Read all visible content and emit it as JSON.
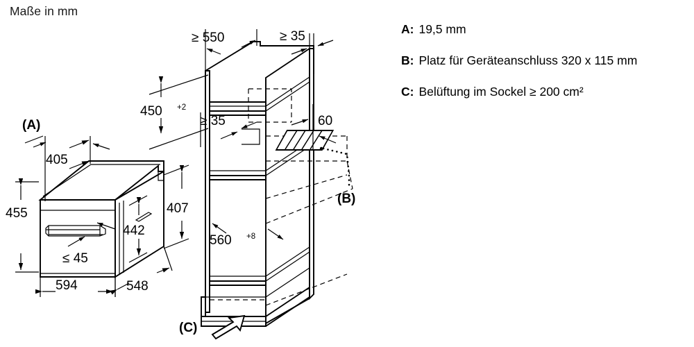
{
  "page": {
    "title": "Maße in mm",
    "units_note": "Maße in mm",
    "drawing_type": "installation-dimension-diagram",
    "language": "de"
  },
  "appliance_view": {
    "label": "(A)",
    "dimensions": {
      "depth_top": "405",
      "height_front": "455",
      "height_body": "442",
      "height_side": "407",
      "handle_gap": "≤ 45",
      "width_front": "594",
      "depth_side": "548"
    }
  },
  "cabinet_view": {
    "dimensions": {
      "niche_depth": "≥ 550",
      "top_clearance_right": "≥ 35",
      "niche_height": "450",
      "niche_height_tolerance": "+2",
      "shelf_clearance": "≥ 35",
      "rear_offset": "60",
      "niche_width": "560",
      "niche_width_tolerance": "+8"
    },
    "callouts": {
      "connection_area": "(B)",
      "plinth_ventilation": "(C)"
    }
  },
  "legend": {
    "items": [
      {
        "key": "A:",
        "text": "19,5 mm"
      },
      {
        "key": "B:",
        "text": "Platz für Geräteanschluss 320 x 115 mm"
      },
      {
        "key": "C:",
        "text": "Belüftung im Sockel ≥ 200 cm²"
      }
    ]
  },
  "colors": {
    "line": "#000000",
    "background": "#ffffff",
    "text": "#1a1a1a"
  }
}
